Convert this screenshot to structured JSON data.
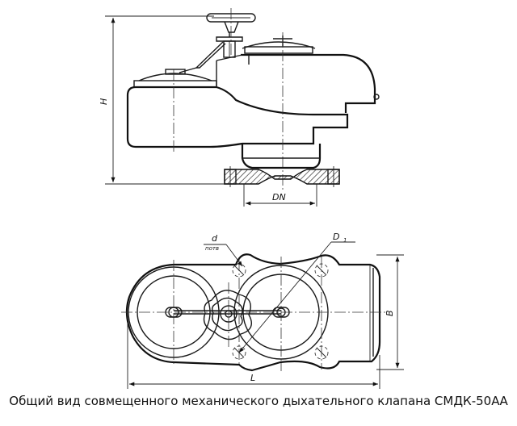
{
  "caption": "Общий вид совмещенного механического дыхательного клапана СМДК-50АА",
  "dimensions": {
    "height": "H",
    "nominal_diameter": "DN",
    "diameter_d1_main": "D",
    "diameter_d1_index": "1",
    "diameter_d_main": "d",
    "diameter_d_index": "потв",
    "width": "B",
    "length": "L"
  }
}
